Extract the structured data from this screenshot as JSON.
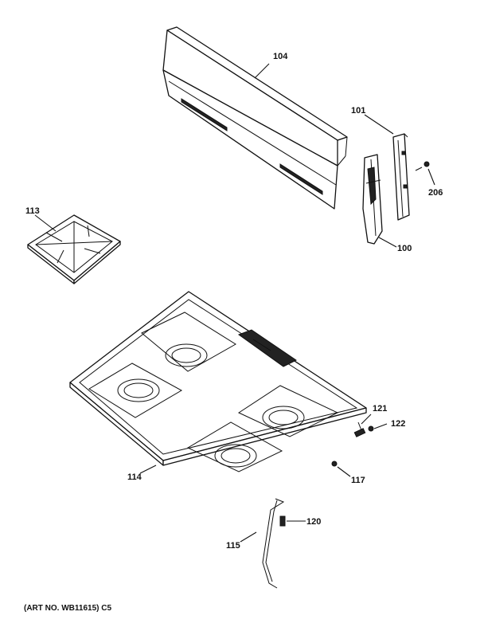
{
  "callouts": {
    "backsplash": "104",
    "end_cap_right": "101",
    "end_cap_left": "100",
    "screw_206": "206",
    "grate": "113",
    "cooktop": "114",
    "screw_121": "121",
    "orifice_122": "122",
    "screw_117": "117",
    "clip_120": "120",
    "rod_115": "115"
  },
  "art_number": "(ART NO. WB11615) C5"
}
